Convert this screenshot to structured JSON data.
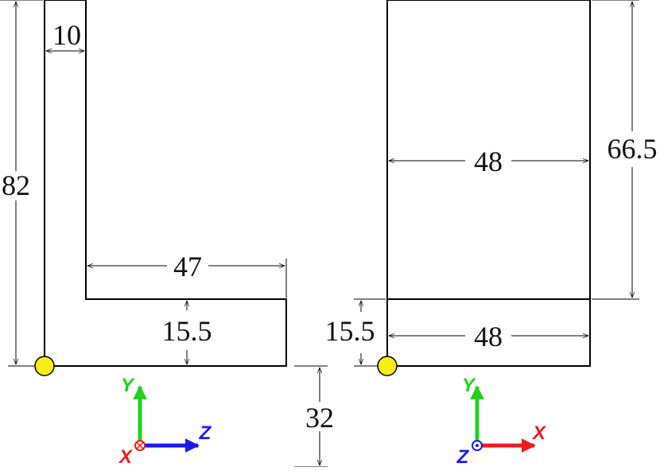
{
  "colors": {
    "y_axis": "#1fd21f",
    "z_axis": "#1a1af0",
    "x_axis": "#ee1b1b",
    "origin_marker": "#f3ee16"
  },
  "left_view": {
    "dim_width_top": "10",
    "dim_height_total": "82",
    "dim_leg_length": "47",
    "dim_leg_height": "15.5",
    "dim_depth_offset": "32",
    "axes": {
      "vertical": "Y",
      "horizontal": "Z",
      "normal": "X"
    }
  },
  "right_view": {
    "dim_width_upper": "48",
    "dim_height_upper": "66.5",
    "dim_base_height": "15.5",
    "dim_width_lower": "48",
    "axes": {
      "vertical": "Y",
      "horizontal": "X",
      "normal": "Z"
    }
  }
}
